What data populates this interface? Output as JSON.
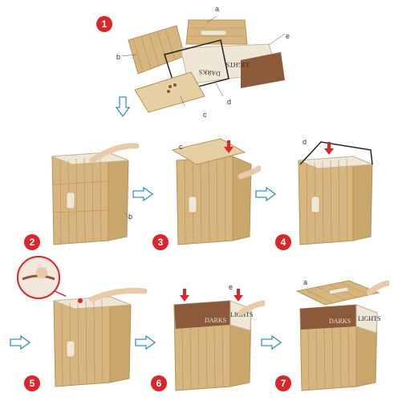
{
  "steps": [
    {
      "number": "1"
    },
    {
      "number": "2"
    },
    {
      "number": "3"
    },
    {
      "number": "4"
    },
    {
      "number": "5"
    },
    {
      "number": "6"
    },
    {
      "number": "7"
    }
  ],
  "callouts": {
    "a1": "a",
    "b1": "b",
    "c1": "c",
    "d1": "d",
    "e1": "e",
    "b2": "b",
    "c3": "c",
    "d4": "d",
    "e6": "e",
    "a7": "a"
  },
  "liner_text": {
    "darks": "DARKS",
    "lights": "LIGHTS",
    "darks_partial": "DARKS",
    "lights_partial": "LIGHTS"
  },
  "colors": {
    "badge": "#d8262b",
    "arrow": "#3a8fc4",
    "bamboo": "#d7b57e",
    "bamboo_dark": "#b8925a",
    "liner": "#efe6d6",
    "brown_band": "#8a5a3b"
  },
  "icons": [
    "arrow-right-icon",
    "arrow-down-icon"
  ]
}
